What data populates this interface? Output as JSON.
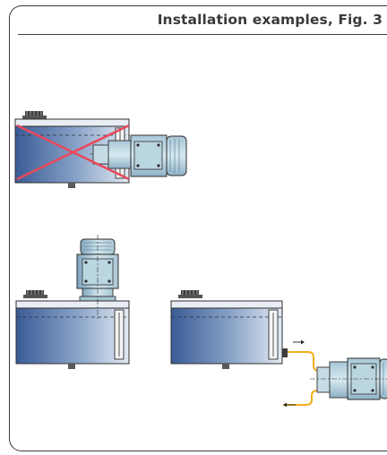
{
  "header": {
    "title": "Installation examples, Fig. 3"
  },
  "figure": {
    "panels": [
      {
        "id": "incorrect",
        "status": "crossed-out"
      },
      {
        "id": "motor-on-top",
        "status": "correct"
      },
      {
        "id": "motor-external",
        "status": "correct"
      }
    ]
  },
  "colors": {
    "tank_dark": "#3a5b96",
    "tank_light": "#dbe6f1",
    "motor_light": "#c9e2ea",
    "cross": "#e8495c",
    "hose": "#f0b01c",
    "outline": "#2f2f2f"
  }
}
